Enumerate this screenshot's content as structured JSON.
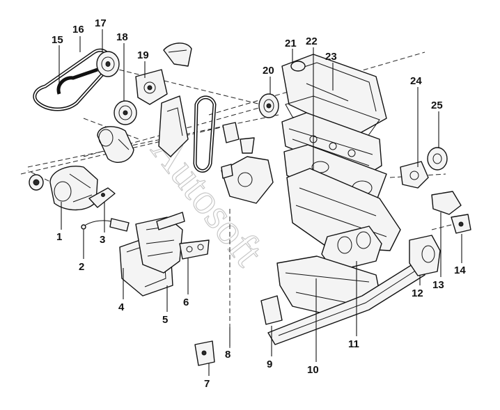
{
  "watermark": "Autosoft",
  "callouts": [
    {
      "id": "1",
      "text": "1"
    },
    {
      "id": "2",
      "text": "2"
    },
    {
      "id": "3",
      "text": "3"
    },
    {
      "id": "4",
      "text": "4"
    },
    {
      "id": "5",
      "text": "5"
    },
    {
      "id": "6",
      "text": "6"
    },
    {
      "id": "7",
      "text": "7"
    },
    {
      "id": "8",
      "text": "8"
    },
    {
      "id": "9",
      "text": "9"
    },
    {
      "id": "10",
      "text": "10"
    },
    {
      "id": "11",
      "text": "11"
    },
    {
      "id": "12",
      "text": "12"
    },
    {
      "id": "13",
      "text": "13"
    },
    {
      "id": "14",
      "text": "14"
    },
    {
      "id": "15",
      "text": "15"
    },
    {
      "id": "16",
      "text": "16"
    },
    {
      "id": "17",
      "text": "17"
    },
    {
      "id": "18",
      "text": "18"
    },
    {
      "id": "19",
      "text": "19"
    },
    {
      "id": "20",
      "text": "20"
    },
    {
      "id": "21",
      "text": "21"
    },
    {
      "id": "22",
      "text": "22"
    },
    {
      "id": "23",
      "text": "23"
    },
    {
      "id": "24",
      "text": "24"
    },
    {
      "id": "25",
      "text": "25"
    }
  ]
}
